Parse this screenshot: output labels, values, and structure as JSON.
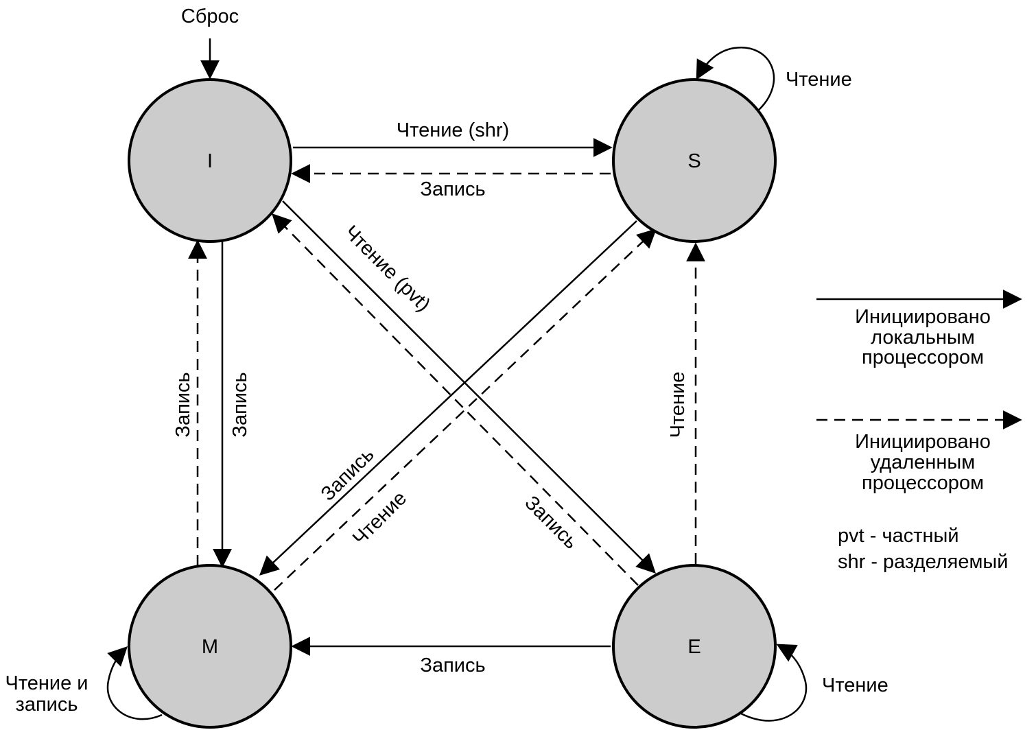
{
  "states": {
    "I": "I",
    "S": "S",
    "M": "M",
    "E": "E"
  },
  "reset_label": "Сброс",
  "transitions": {
    "i_to_s": "Чтение (shr)",
    "s_to_i": "Запись",
    "i_to_e": "Чтение (pvt)",
    "e_to_i": "Запись",
    "m_to_i": "Запись",
    "i_to_m": "Запись",
    "s_to_m": "Запись",
    "m_to_s": "Чтение",
    "e_to_s": "Чтение",
    "e_to_m": "Запись",
    "s_self": "Чтение",
    "m_self_line1": "Чтение и",
    "m_self_line2": "запись",
    "e_self": "Чтение"
  },
  "legend": {
    "local_line1": "Инициировано",
    "local_line2": "локальным",
    "local_line3": "процессором",
    "remote_line1": "Инициировано",
    "remote_line2": "удаленным",
    "remote_line3": "процессором",
    "pvt": "pvt - частный",
    "shr": "shr - разделяемый"
  },
  "colors": {
    "state_fill": "#cccccc",
    "stroke": "#000000"
  }
}
